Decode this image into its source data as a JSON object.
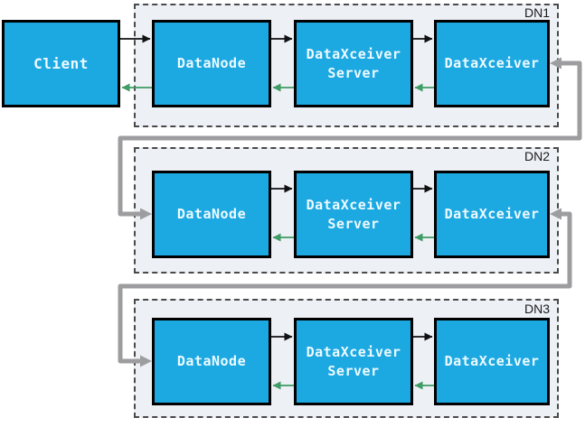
{
  "client": {
    "label": "Client"
  },
  "groups": [
    {
      "name": "DN1",
      "boxes": {
        "datanode": "DataNode",
        "dataxceiver_server": "DataXceiver Server",
        "dataxceiver": "DataXceiver"
      }
    },
    {
      "name": "DN2",
      "boxes": {
        "datanode": "DataNode",
        "dataxceiver_server": "DataXceiver Server",
        "dataxceiver": "DataXceiver"
      }
    },
    {
      "name": "DN3",
      "boxes": {
        "datanode": "DataNode",
        "dataxceiver_server": "DataXceiver Server",
        "dataxceiver": "DataXceiver"
      }
    }
  ],
  "colors": {
    "background": "#ffffff",
    "box-fill": "#1ca9e2",
    "box-border": "#000000",
    "box-text": "#eefaff",
    "group-fill": "#edf0f5",
    "group-border": "#4a4a4a",
    "group-label-color": "#1a1a1a",
    "arrow-forward": "#111111",
    "arrow-ack": "#3e9c64",
    "arrow-pipeline": "#9d9d9f"
  }
}
